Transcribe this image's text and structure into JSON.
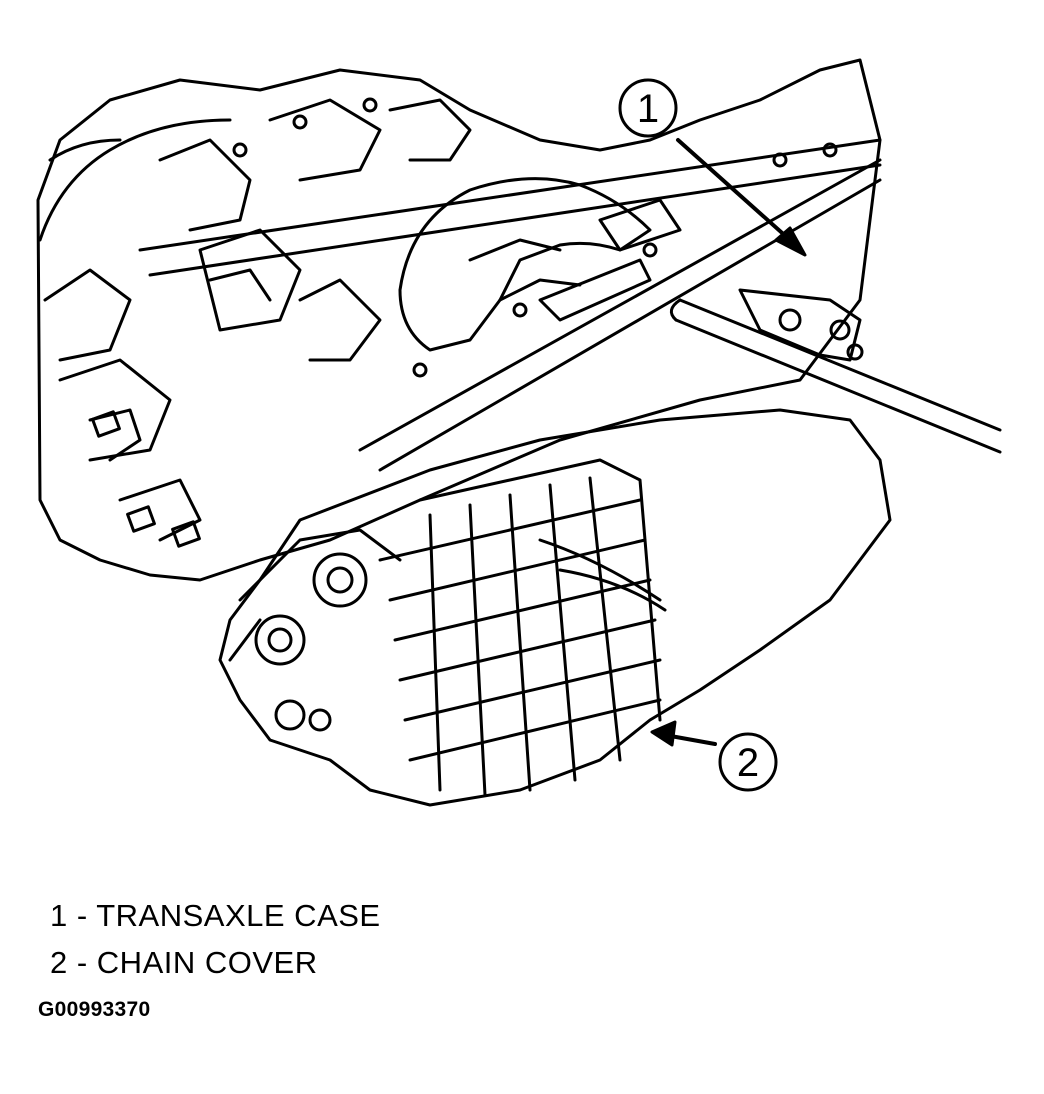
{
  "callouts": [
    {
      "number": "1"
    },
    {
      "number": "2"
    }
  ],
  "legend": [
    {
      "text": "1 - TRANSAXLE CASE"
    },
    {
      "text": "2 - CHAIN COVER"
    }
  ],
  "figure_id": "G00993370"
}
